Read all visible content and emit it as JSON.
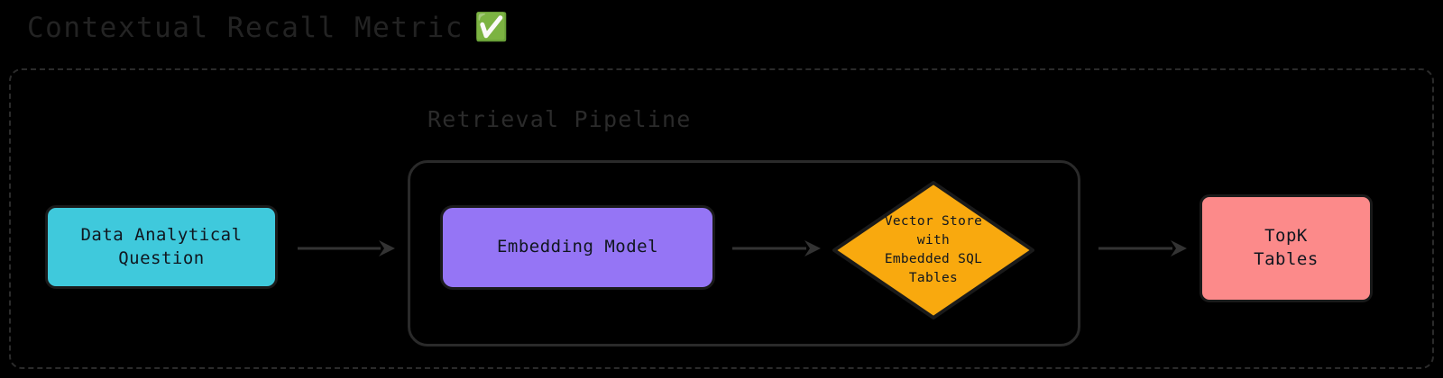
{
  "page": {
    "background": "#000000",
    "title_text": "Contextual Recall Metric",
    "title_emoji": "✅",
    "title_emoji_name": "white-check-mark-emoji",
    "title_color": "#232323"
  },
  "outer_frame": {
    "name": "outer-dashed-frame",
    "border_style": "dashed",
    "border_color": "#2b2b2b"
  },
  "pipeline": {
    "label": "Retrieval Pipeline",
    "label_color": "#2b2b2b",
    "border_color": "#2a2a2a"
  },
  "nodes": [
    {
      "id": "question",
      "label": "Data Analytical\nQuestion",
      "shape": "rounded-rect",
      "fill": "#3FC9DC",
      "stroke": "#1a1a1a",
      "text_color": "#10161f"
    },
    {
      "id": "embedding",
      "label": "Embedding Model",
      "shape": "rounded-rect",
      "fill": "#9575F5",
      "stroke": "#1a1a1a",
      "text_color": "#10161f"
    },
    {
      "id": "vectorstore",
      "label": "Vector Store\nwith\nEmbedded SQL\nTables",
      "shape": "diamond",
      "fill": "#F9A90E",
      "stroke": "#1a1a1a",
      "text_color": "#10161f"
    },
    {
      "id": "topk",
      "label": "TopK\nTables",
      "shape": "rounded-rect",
      "fill": "#FC8A8A",
      "stroke": "#1a1a1a",
      "text_color": "#10161f"
    }
  ],
  "edges": [
    {
      "id": "edge-question-embedding",
      "from": "question",
      "to": "embedding",
      "label": "",
      "color": "#333333"
    },
    {
      "id": "edge-embedding-vectorstore",
      "from": "embedding",
      "to": "vectorstore",
      "label": "",
      "color": "#333333"
    },
    {
      "id": "edge-vectorstore-topk",
      "from": "vectorstore",
      "to": "topk",
      "label": "",
      "color": "#333333"
    }
  ]
}
